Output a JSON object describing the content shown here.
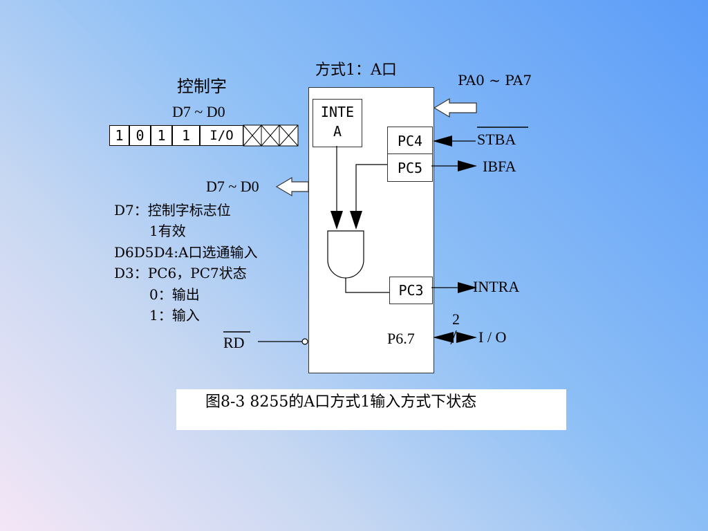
{
  "mode_label": "方式1：A口",
  "pa_label": "PA0 ~ PA7",
  "control_word": {
    "title": "控制字",
    "range": "D7 ~ D0",
    "bits": [
      "1",
      "0",
      "1",
      "1",
      "I/O"
    ]
  },
  "inte_label": {
    "line1": "INTE",
    "line2": "A"
  },
  "pins": {
    "pc4": "PC4",
    "pc5": "PC5",
    "pc3": "PC3",
    "p67": "P6.7"
  },
  "signals": {
    "stba": "STBA",
    "ibfa": "IBFA",
    "intra": "INTRA",
    "io": "I / O",
    "width": "2",
    "rd": "RD",
    "data_out": "D7 ~ D0"
  },
  "notes": [
    "D7：控制字标志位",
    "1有效",
    "D6D5D4:A口选通输入",
    "D3：PC6，PC7状态",
    "0：输出",
    "1：输入"
  ],
  "caption": "图8-3  8255的A口方式1输入方式下状态"
}
